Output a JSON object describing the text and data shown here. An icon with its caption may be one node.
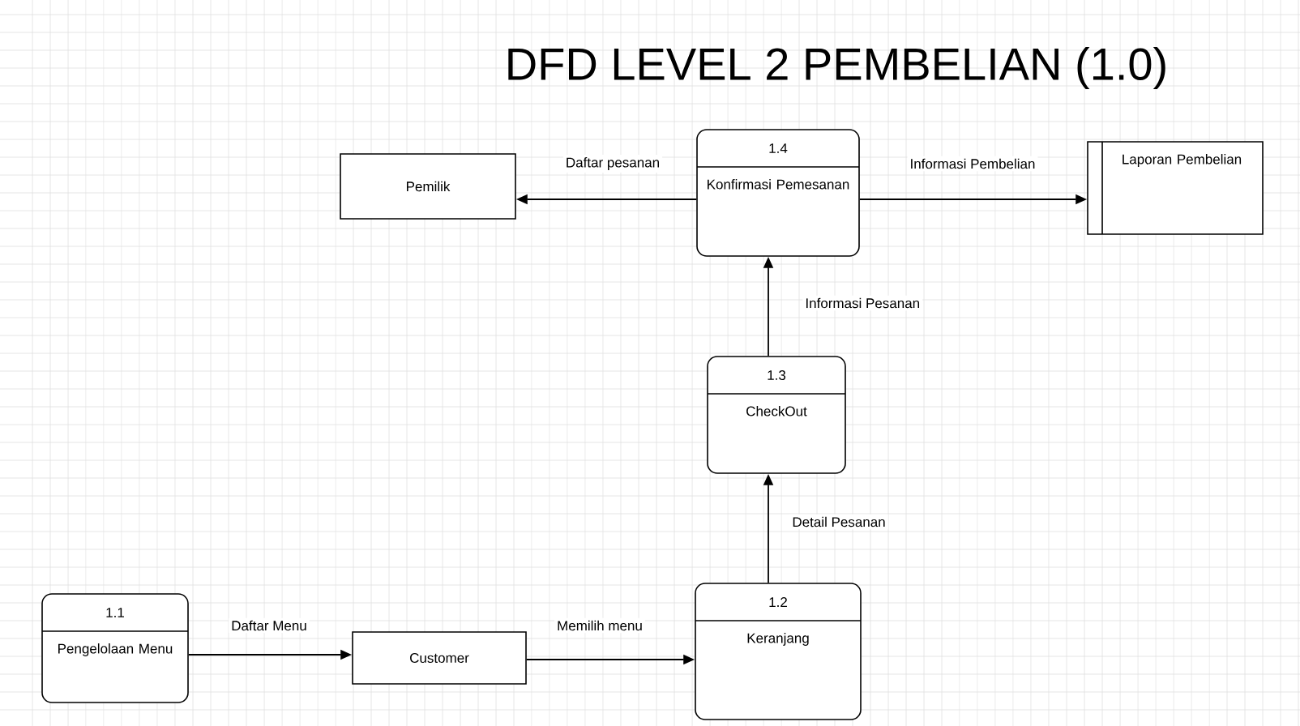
{
  "diagram": {
    "title": "DFD LEVEL 2 PEMBELIAN (1.0)",
    "nodes": [
      {
        "text": [
          "Pemilik"
        ]
      },
      {
        "text": [
          "1.4",
          "Konfirmasi Pemesanan"
        ]
      },
      {
        "text": [
          "Laporan Pembelian"
        ]
      },
      {
        "text": [
          "1.3",
          "CheckOut"
        ]
      },
      {
        "text": [
          "1.1",
          "Pengelolaan Menu"
        ]
      },
      {
        "text": [
          "Customer"
        ]
      },
      {
        "text": [
          "1.2",
          "Keranjang"
        ]
      }
    ],
    "edges": [
      {
        "from": 1,
        "to": 0,
        "arrow": "to",
        "label": "Daftar pesanan"
      },
      {
        "from": 1,
        "to": 2,
        "arrow": "to",
        "label": "Informasi Pembelian"
      },
      {
        "from": 3,
        "to": 1,
        "arrow": "to",
        "label": "Informasi Pesanan"
      },
      {
        "from": 6,
        "to": 3,
        "arrow": "to",
        "label": "Detail Pesanan"
      },
      {
        "from": 4,
        "to": 5,
        "arrow": "to",
        "label": "Daftar Menu"
      },
      {
        "from": 5,
        "to": 6,
        "arrow": "to",
        "label": "Memilih menu"
      }
    ]
  }
}
